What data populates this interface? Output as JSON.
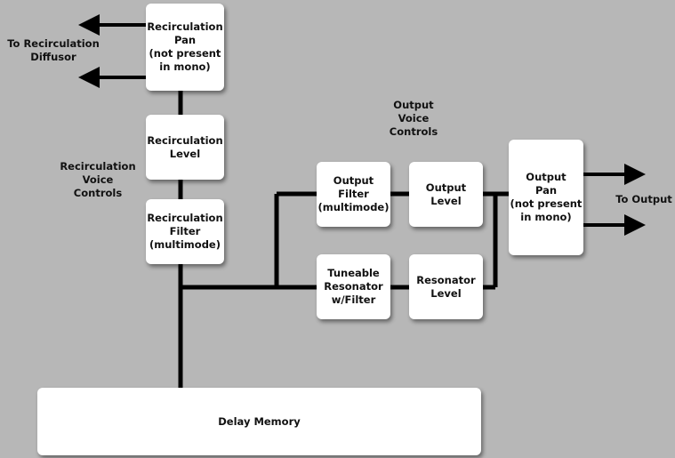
{
  "blocks": {
    "recirc_pan": "Recirculation\nPan\n(not present\nin mono)",
    "recirc_level": "Recirculation\nLevel",
    "recirc_filter": "Recirculation\nFilter\n(multimode)",
    "output_filter": "Output Filter\n(multimode)",
    "output_level": "Output\nLevel",
    "output_pan": "Output\nPan\n(not present\nin mono)",
    "tuneable_resonator": "Tuneable\nResonator\nw/Filter",
    "resonator_level": "Resonator\nLevel",
    "delay_memory": "Delay Memory"
  },
  "labels": {
    "to_recirc_diffusor": "To Recirculation\nDiffusor",
    "recirc_voice_controls": "Recirculation\nVoice\nControls",
    "output_voice_controls": "Output\nVoice\nControls",
    "to_output": "To Output"
  }
}
